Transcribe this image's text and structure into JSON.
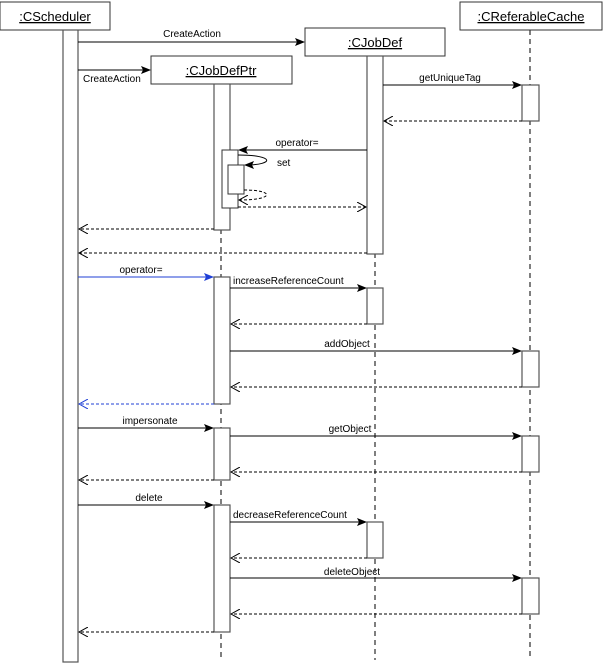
{
  "diagram": {
    "type": "UML sequence diagram",
    "participants": [
      {
        "id": "scheduler",
        "label": ":CScheduler"
      },
      {
        "id": "jobdefptr",
        "label": ":CJobDefPtr"
      },
      {
        "id": "jobdef",
        "label": ":CJobDef"
      },
      {
        "id": "cache",
        "label": ":CReferableCache"
      }
    ],
    "messages": [
      {
        "from": "scheduler",
        "to": "jobdef",
        "label": "CreateAction",
        "kind": "call"
      },
      {
        "from": "scheduler",
        "to": "jobdefptr",
        "label": "CreateAction",
        "kind": "create"
      },
      {
        "from": "jobdef",
        "to": "cache",
        "label": "getUniqueTag",
        "kind": "call"
      },
      {
        "from": "cache",
        "to": "jobdef",
        "label": "",
        "kind": "return"
      },
      {
        "from": "jobdef",
        "to": "jobdefptr",
        "label": "operator=",
        "kind": "call"
      },
      {
        "from": "jobdefptr",
        "to": "jobdefptr",
        "label": "set",
        "kind": "self-call"
      },
      {
        "from": "jobdefptr",
        "to": "jobdefptr",
        "label": "",
        "kind": "self-return"
      },
      {
        "from": "jobdefptr",
        "to": "jobdef",
        "label": "",
        "kind": "return"
      },
      {
        "from": "jobdefptr",
        "to": "scheduler",
        "label": "",
        "kind": "return"
      },
      {
        "from": "jobdef",
        "to": "scheduler",
        "label": "",
        "kind": "return"
      },
      {
        "from": "scheduler",
        "to": "jobdefptr",
        "label": "operator=",
        "kind": "call",
        "color": "#1f3fd6"
      },
      {
        "from": "jobdefptr",
        "to": "jobdef",
        "label": "increaseReferenceCount",
        "kind": "call"
      },
      {
        "from": "jobdef",
        "to": "jobdefptr",
        "label": "",
        "kind": "return"
      },
      {
        "from": "jobdefptr",
        "to": "cache",
        "label": "addObject",
        "kind": "call"
      },
      {
        "from": "cache",
        "to": "jobdefptr",
        "label": "",
        "kind": "return"
      },
      {
        "from": "jobdefptr",
        "to": "scheduler",
        "label": "",
        "kind": "return",
        "color": "#1f3fd6"
      },
      {
        "from": "scheduler",
        "to": "jobdefptr",
        "label": "impersonate",
        "kind": "call"
      },
      {
        "from": "jobdefptr",
        "to": "cache",
        "label": "getObject",
        "kind": "call"
      },
      {
        "from": "cache",
        "to": "jobdefptr",
        "label": "",
        "kind": "return"
      },
      {
        "from": "jobdefptr",
        "to": "scheduler",
        "label": "",
        "kind": "return"
      },
      {
        "from": "scheduler",
        "to": "jobdefptr",
        "label": "delete",
        "kind": "call"
      },
      {
        "from": "jobdefptr",
        "to": "jobdef",
        "label": "decreaseReferenceCount",
        "kind": "call"
      },
      {
        "from": "jobdef",
        "to": "jobdefptr",
        "label": "",
        "kind": "return"
      },
      {
        "from": "jobdefptr",
        "to": "cache",
        "label": "deleteObject",
        "kind": "call"
      },
      {
        "from": "cache",
        "to": "jobdefptr",
        "label": "",
        "kind": "return"
      },
      {
        "from": "jobdefptr",
        "to": "scheduler",
        "label": "",
        "kind": "return"
      }
    ],
    "colors": {
      "line": "#000000",
      "lifeline": "#555555",
      "highlight": "#1f3fd6"
    }
  }
}
